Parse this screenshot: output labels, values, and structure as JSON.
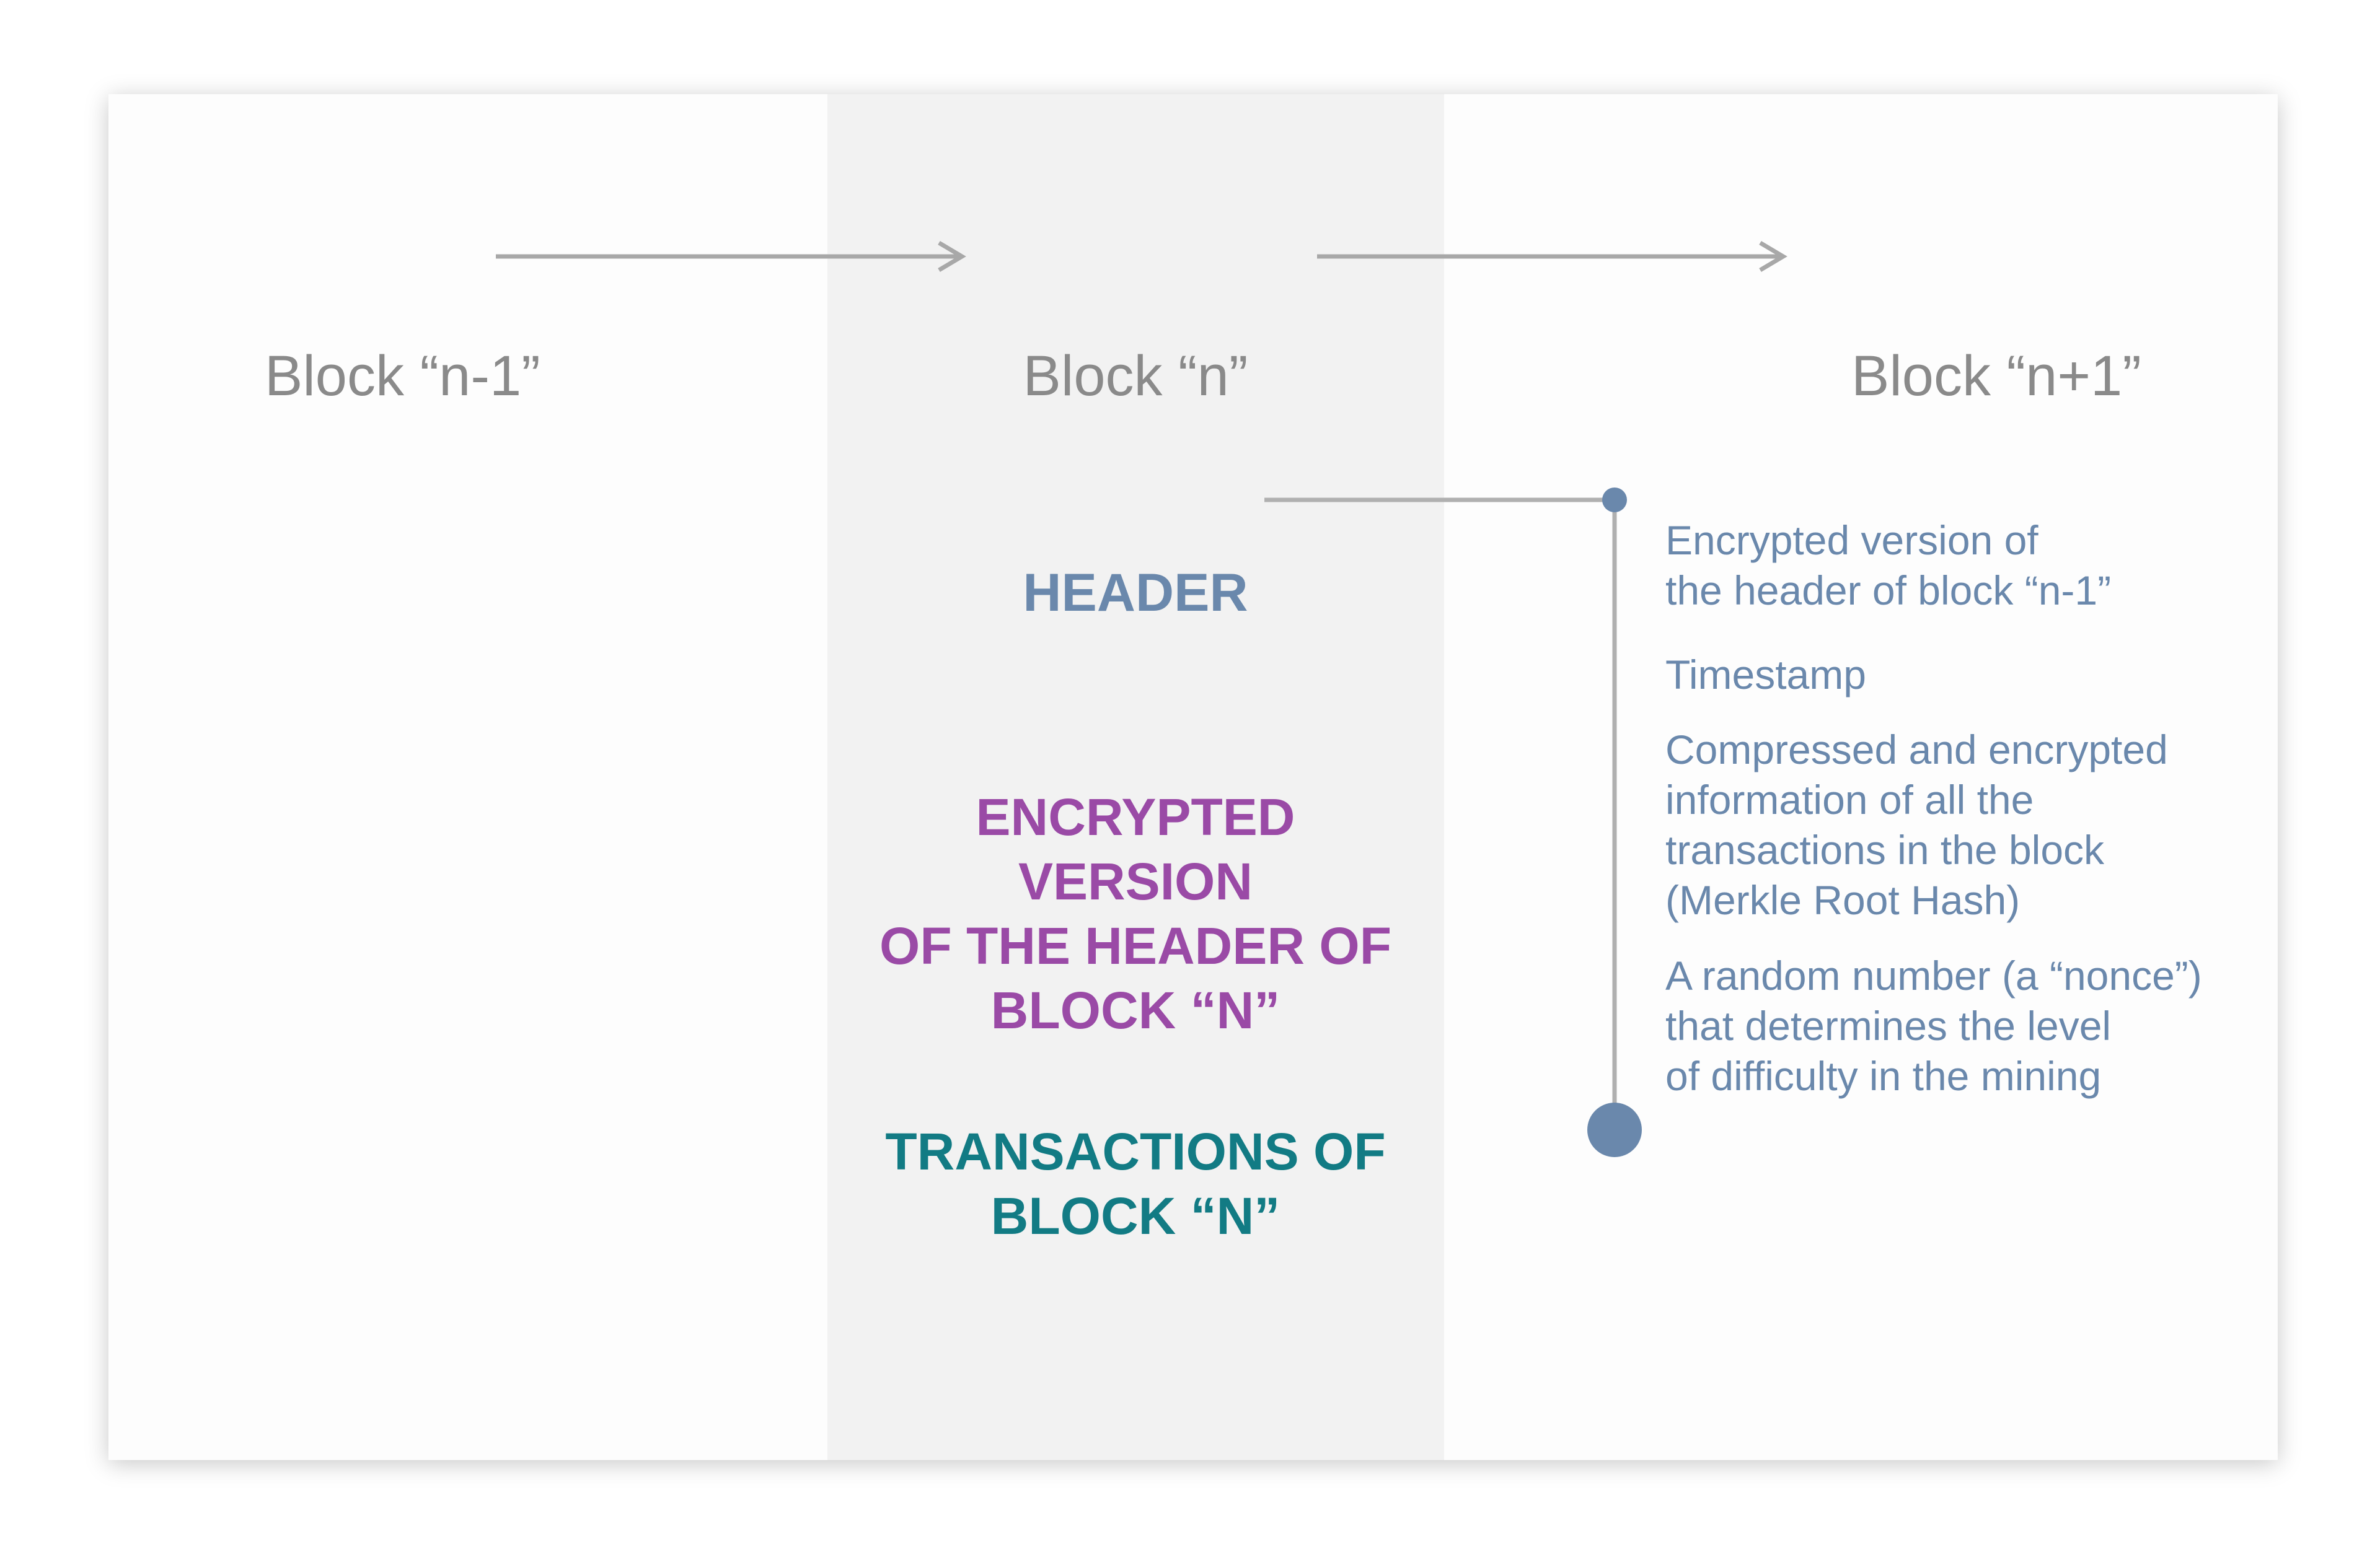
{
  "blocks": {
    "prev": "Block “n-1”",
    "current": "Block “n”",
    "next": "Block “n+1”"
  },
  "sections": {
    "header": "HEADER",
    "encrypted_header": "ENCRYPTED VERSION\nOF THE HEADER OF\nBLOCK “N”",
    "transactions": "TRANSACTIONS OF\nBLOCK “N”"
  },
  "header_contents": [
    "Encrypted version of\nthe header of block “n-1”",
    "Timestamp",
    "Compressed and encrypted\ninformation of all the\ntransactions in the block\n(Merkle Root Hash)",
    "A random number (a “nonce”)\nthat determines the level\nof difficulty in the mining"
  ],
  "colors": {
    "arrow": "#a8a8a8",
    "bracket": "#b0b0b0",
    "node": "#6a88ac",
    "header_text": "#6a88ac",
    "encrypted_text": "#9a4aa6",
    "transactions_text": "#127b84",
    "band": "#f2f2f2"
  }
}
